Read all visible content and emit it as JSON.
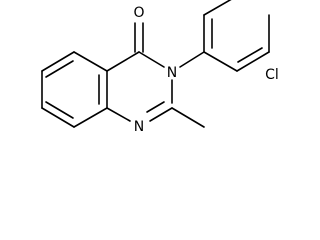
{
  "molecule": {
    "atoms": {
      "oxygen": "O",
      "nitrogen_3": "N",
      "nitrogen_1": "N",
      "chlorine": "Cl"
    }
  }
}
